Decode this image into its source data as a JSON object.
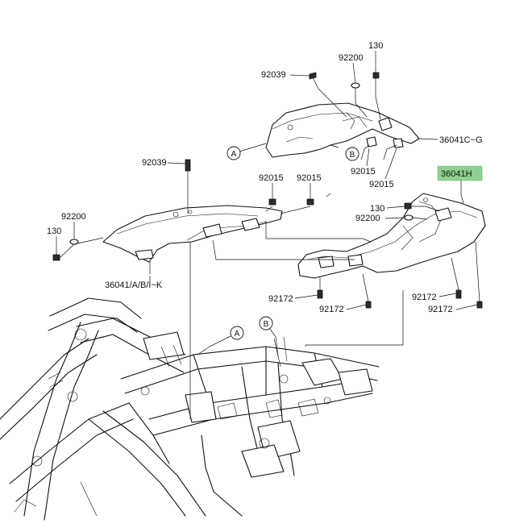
{
  "labels": {
    "c130_top": "130",
    "c92200_top": "92200",
    "c92039_top": "92039",
    "c36041_cg": "36041C~G",
    "c92015_b1": "92015",
    "c92015_b2": "92015",
    "c92039_left": "92039",
    "c92015_l1": "92015",
    "c92015_l2": "92015",
    "c92200_left": "92200",
    "c130_left": "130",
    "c36041_abik": "36041/A/B/I~K",
    "c36041h": "36041H",
    "c130_right": "130",
    "c92200_right": "92200",
    "c92172_1": "92172",
    "c92172_2": "92172",
    "c92172_3": "92172",
    "c92172_4": "92172"
  },
  "callouts": {
    "a_top": "A",
    "b_top": "B",
    "a_frame": "A",
    "b_frame": "B"
  },
  "colors": {
    "highlight": "#8fd18f",
    "line": "#111111",
    "background": "#ffffff"
  }
}
